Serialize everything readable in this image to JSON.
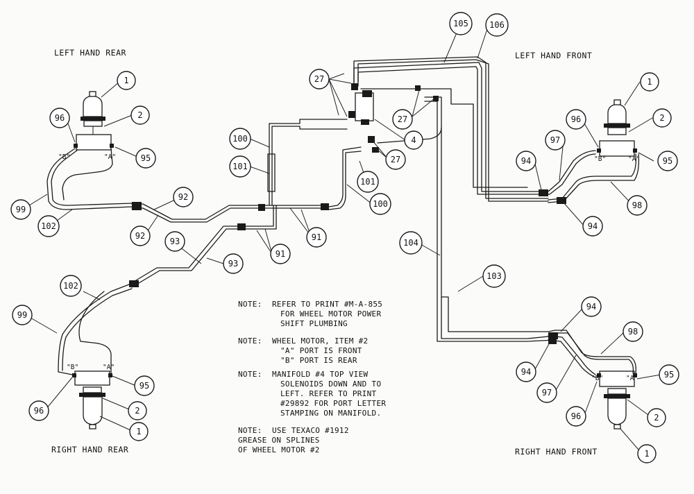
{
  "titles": {
    "lhr": "LEFT HAND REAR",
    "lhf": "LEFT HAND FRONT",
    "rhr": "RIGHT HAND REAR",
    "rhf": "RIGHT HAND FRONT"
  },
  "ports": {
    "a": "\"A\"",
    "b": "\"B\""
  },
  "callouts": {
    "c1": "1",
    "c2": "2",
    "c4": "4",
    "c27": "27",
    "c91": "91",
    "c92": "92",
    "c93": "93",
    "c94": "94",
    "c95": "95",
    "c96": "96",
    "c97": "97",
    "c98": "98",
    "c99": "99",
    "c100": "100",
    "c101": "101",
    "c102": "102",
    "c103": "103",
    "c104": "104",
    "c105": "105",
    "c106": "106"
  },
  "notes": {
    "label": "NOTE:",
    "n1": [
      "REFER TO PRINT #M-A-855",
      "FOR WHEEL MOTOR POWER",
      "SHIFT PLUMBING"
    ],
    "n2": [
      "WHEEL MOTOR, ITEM #2",
      "\"A\" PORT IS FRONT",
      "\"B\" PORT IS REAR"
    ],
    "n3": [
      "MANIFOLD #4 TOP VIEW",
      "SOLENOIDS DOWN AND TO",
      "LEFT. REFER TO PRINT",
      "#29892 FOR PORT LETTER",
      "STAMPING ON MANIFOLD."
    ],
    "n4_first": "USE TEXACO #1912",
    "n4": [
      "GREASE ON SPLINES",
      "OF WHEEL MOTOR #2"
    ]
  }
}
